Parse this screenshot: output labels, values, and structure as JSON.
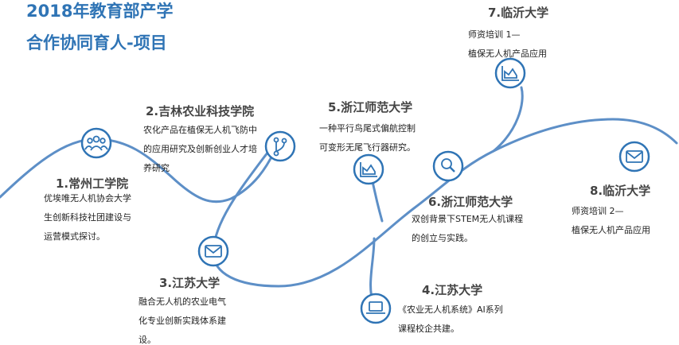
{
  "header": {
    "title_line1": "2018年教育部产学",
    "title_line2": "合作协同育人-项目"
  },
  "colors": {
    "accent": "#2f74b5",
    "curve": "#5d8fc7",
    "node_fill": "#ffffff",
    "title_text": "#444444",
    "body_text": "#222222"
  },
  "steps": [
    {
      "title": "1.常州工学院",
      "desc": [
        "优埃唯无人机协会大学",
        "生创新科技社团建设与",
        "运营模式探讨。"
      ],
      "icon": "people-group-icon"
    },
    {
      "title": "2.吉林农业科技学院",
      "desc": [
        "农化产品在植保无人机飞防中",
        "的应用研究及创新创业人才培",
        "养研究"
      ],
      "icon": "git-branch-icon"
    },
    {
      "title": "3.江苏大学",
      "desc": [
        "融合无人机的农业电气",
        "化专业创新实践体系建",
        "设。"
      ],
      "icon": "envelope-icon"
    },
    {
      "title": "4.江苏大学",
      "desc": [
        "《农业无人机系统》AI系列",
        "课程校企共建。"
      ],
      "icon": "laptop-icon"
    },
    {
      "title": "5.浙江师范大学",
      "desc": [
        "一种平行鸟尾式偏航控制",
        "可变形无尾飞行器研究。"
      ],
      "icon": "area-chart-icon"
    },
    {
      "title": "6.浙江师范大学",
      "desc": [
        "双创背景下STEM无人机课程",
        "的创立与实践。"
      ],
      "icon": "magnifier-icon"
    },
    {
      "title": "7.临沂大学",
      "desc": [
        "师资培训 1—",
        "植保无人机产品应用"
      ],
      "icon": "area-chart-icon"
    },
    {
      "title": "8.临沂大学",
      "desc": [
        "师资培训 2—",
        "植保无人机产品应用"
      ],
      "icon": "envelope-icon"
    }
  ]
}
